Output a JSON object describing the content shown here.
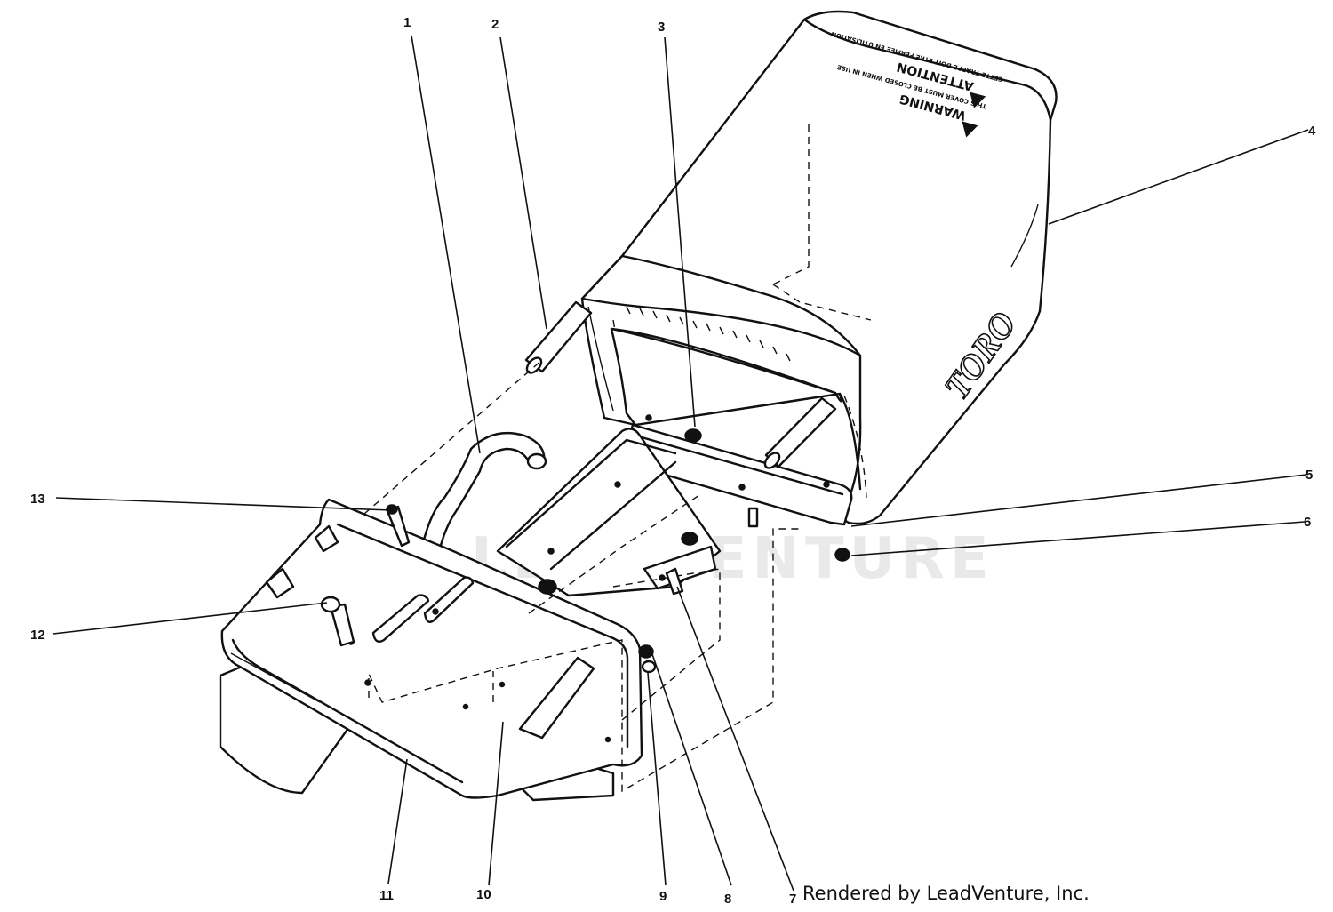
{
  "callouts": [
    {
      "id": "1",
      "label": "1"
    },
    {
      "id": "2",
      "label": "2"
    },
    {
      "id": "3",
      "label": "3"
    },
    {
      "id": "4",
      "label": "4"
    },
    {
      "id": "5",
      "label": "5"
    },
    {
      "id": "6",
      "label": "6"
    },
    {
      "id": "7",
      "label": "7"
    },
    {
      "id": "8",
      "label": "8"
    },
    {
      "id": "9",
      "label": "9"
    },
    {
      "id": "10",
      "label": "10"
    },
    {
      "id": "11",
      "label": "11"
    },
    {
      "id": "12",
      "label": "12"
    },
    {
      "id": "13",
      "label": "13"
    }
  ],
  "bag_label": {
    "warning_title": "WARNING",
    "warning_text": "THIS COVER MUST BE CLOSED WHEN IN USE",
    "attention_title": "ATTENTION",
    "attention_text": "CETTE TRAPPE DOIT ETRE FERMEE EN UTILISATION"
  },
  "brand": "TORO",
  "watermark": "LEADVENTURE",
  "credit": "Rendered by LeadVenture, Inc."
}
